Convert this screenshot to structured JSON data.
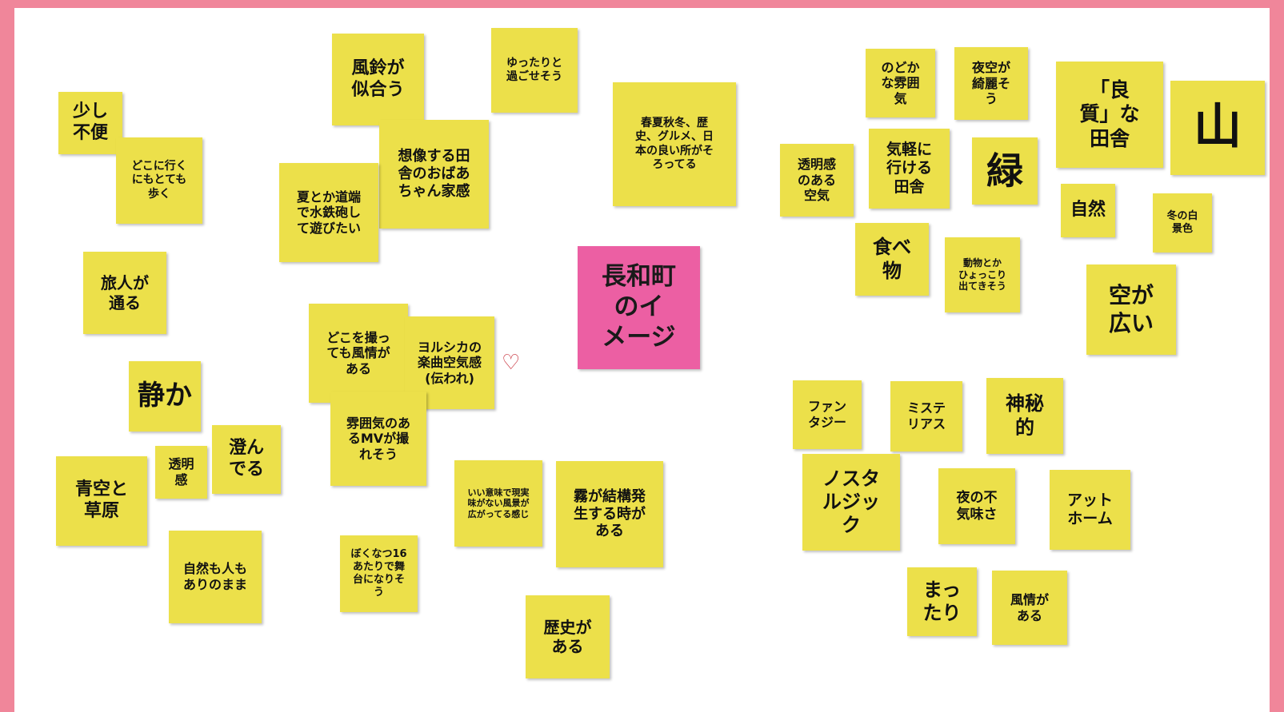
{
  "board": {
    "center_note": "長和町\nのイ\nメージ",
    "notes": {
      "sukoshi_fuben": "少し\n不便",
      "doko_ni_iku": "どこに行く\nにもとても\n歩く",
      "furin": "風鈴が\n似合う",
      "yuttari": "ゆったりと\n過ごせそう",
      "shunka": "春夏秋冬、歴\n史、グルメ、日\n本の良い所がそ\nろってる",
      "souzou": "想像する田\n舎のおばあ\nちゃん家感",
      "natsu": "夏とか道端\nで水鉄砲し\nて遊びたい",
      "tabibito": "旅人が\n通る",
      "shizuka": "静か",
      "doko_wo_tottemo": "どこを撮っ\nても風情が\nある",
      "yorushika": "ヨルシカの\n楽曲空気感\n(伝われ)",
      "mv": "雰囲気のあ\nるMVが撮\nれそう",
      "sunde_ru": "澄ん\nでる",
      "toumeikan_small": "透明\n感",
      "aozora": "青空と\n草原",
      "shizen_mo_hito_mo": "自然も人も\nありのまま",
      "boku_natsu": "ぼくなつ16\nあたりで舞\n台になりそ\nう",
      "ii_imi_de": "いい意味で現実\n味がない風景が\n広がってる感じ",
      "kiri": "霧が結構発\n生する時が\nある",
      "rekishi": "歴史が\nある",
      "nodoka": "のどか\nな雰囲\n気",
      "yozora": "夜空が\n綺麗そ\nう",
      "ryoushitsu": "「良\n質」な\n田舎",
      "yama": "山",
      "toumeikan_kuuki": "透明感\nのある\n空気",
      "kigaru": "気軽に\n行ける\n田舎",
      "midori": "緑",
      "shizen": "自然",
      "fuyu": "冬の白\n景色",
      "tabemono": "食べ\n物",
      "doubutsu": "動物とか\nひょっこり\n出てきそう",
      "sora_ga_hiroi": "空が\n広い",
      "fantasy": "ファン\nタジー",
      "mystery": "ミステ\nリアス",
      "shinpiteki": "神秘\n的",
      "nostalgic": "ノスタ\nルジッ\nク",
      "yoru_no_fukimi": "夜の不\n気味さ",
      "at_home": "アット\nホーム",
      "mattari": "まっ\nたり",
      "fuzei_ga_aru": "風情が\nある"
    }
  },
  "colors": {
    "frame": "#f0869a",
    "note": "#ece04a",
    "center_note": "#ec5fa3"
  },
  "decoration": {
    "heart_icon": "heart-outline"
  }
}
